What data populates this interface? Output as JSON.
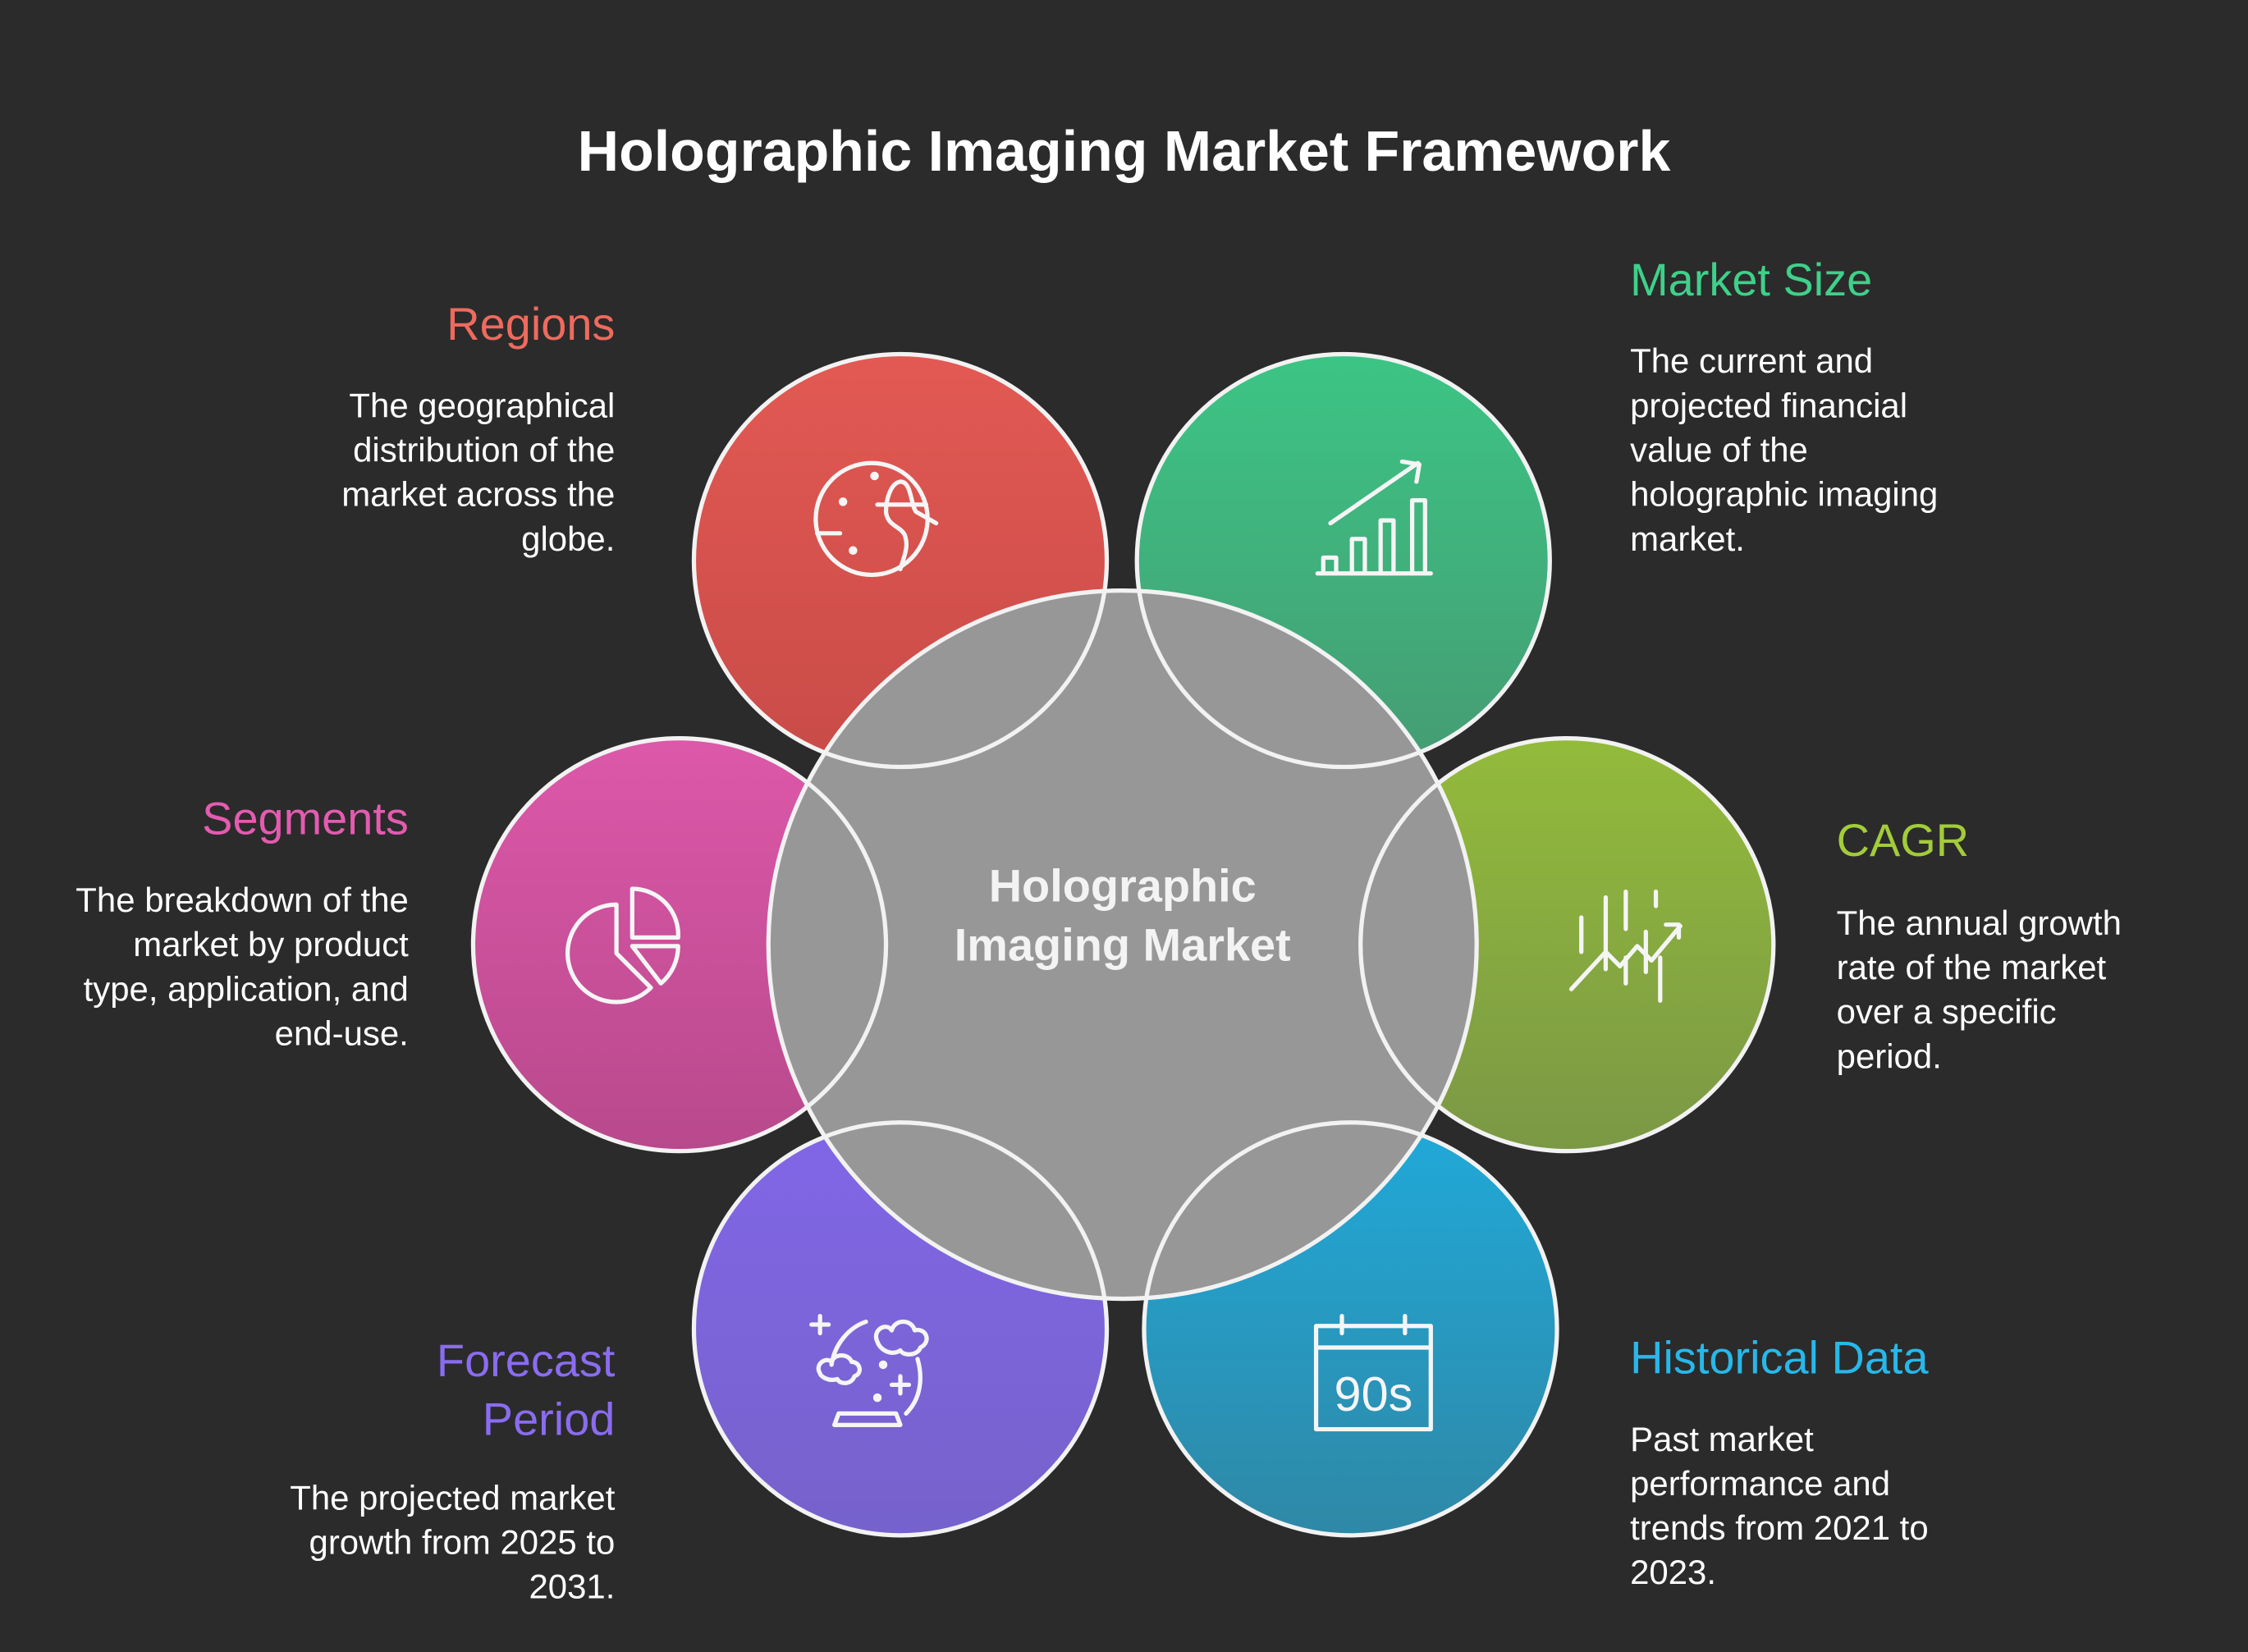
{
  "title": "Holographic Imaging Market Framework",
  "center": {
    "label": "Holographic Imaging Market",
    "color": "#979797"
  },
  "nodes": {
    "regions": {
      "title": "Regions",
      "description": "The geographical distribution of the market across the globe.",
      "color": "#ef6a5e",
      "icon": "globe-icon"
    },
    "market_size": {
      "title": "Market Size",
      "description": "The current and projected financial value of the holographic imaging market.",
      "color": "#3fd08a",
      "icon": "bar-chart-growth-icon"
    },
    "cagr": {
      "title": "CAGR",
      "description": "The annual growth rate of the market over a specific period.",
      "color": "#a2cc3a",
      "icon": "growth-trend-icon"
    },
    "historical": {
      "title": "Historical Data",
      "description": "Past market performance and trends from 2021 to 2023.",
      "color": "#27b8ea",
      "icon": "calendar-90s-icon",
      "icon_text": "90s"
    },
    "forecast": {
      "title": "Forecast Period",
      "description": "The projected market growth from 2025 to 2031.",
      "color": "#8a6cf0",
      "icon": "crystal-ball-icon"
    },
    "segments": {
      "title": "Segments",
      "description": "The breakdown of the market by product type, application, and end-use.",
      "color": "#e45bb0",
      "icon": "pie-chart-icon"
    }
  }
}
